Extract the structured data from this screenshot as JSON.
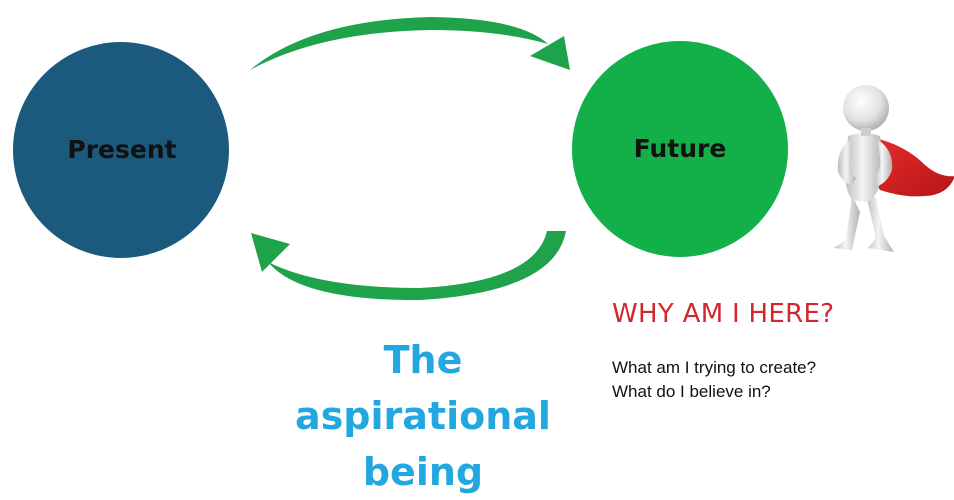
{
  "nodes": {
    "present": {
      "label": "Present",
      "color": "#1b5a7d"
    },
    "future": {
      "label": "Future",
      "color": "#13b04a"
    }
  },
  "arrow_color": "#1fa34a",
  "tagline": [
    "The",
    "aspirational",
    "being"
  ],
  "tagline_color": "#22a7e0",
  "question": {
    "title": "WHY AM I HERE?",
    "color": "#d0282d",
    "items": [
      "What am I trying to create?",
      "What do I believe in?"
    ]
  },
  "figure": {
    "icon": "superhero-figure-icon",
    "cape_color": "#d8201f"
  }
}
